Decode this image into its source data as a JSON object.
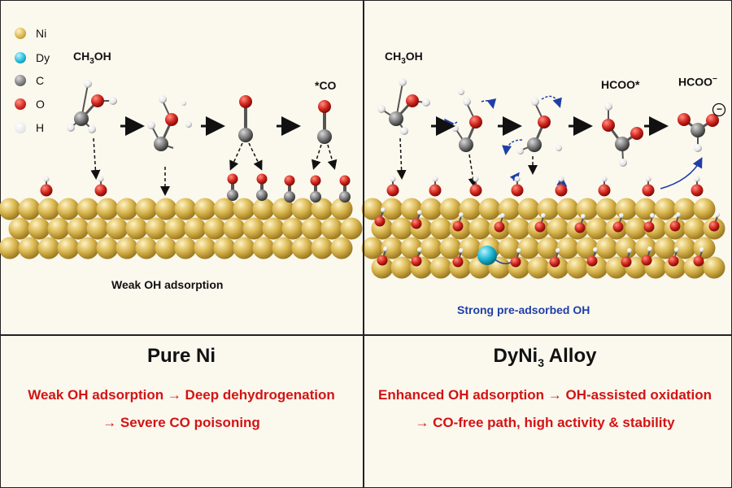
{
  "legend": {
    "ni": "Ni",
    "dy": "Dy",
    "c": "C",
    "o": "O",
    "h": "H"
  },
  "left": {
    "reactant_main": "CH",
    "reactant_sub": "3",
    "reactant_tail": "OH",
    "product": "*CO",
    "caption": "Weak OH adsorption",
    "title": "Pure Ni",
    "line1": "Weak OH adsorption → Deep dehydrogenation",
    "line2": "→ Severe CO poisoning"
  },
  "right": {
    "reactant_main": "CH",
    "reactant_sub": "3",
    "reactant_tail": "OH",
    "intermediate": "HCOO*",
    "product_main": "HCOO",
    "product_sup": "−",
    "charge": "−",
    "caption": "Strong pre-adsorbed OH",
    "title_main": "DyNi",
    "title_sub": "3",
    "title_tail": " Alloy",
    "line1": "Enhanced OH adsorption → OH-assisted oxidation",
    "line2": "→ CO-free path, high activity & stability"
  },
  "colors": {
    "ni": "#d9b64e",
    "dy": "#19b4d1",
    "c": "#777777",
    "o": "#d0241c",
    "h": "#e6e6e6",
    "accent_red": "#d21414",
    "accent_blue": "#1f3fa8"
  }
}
